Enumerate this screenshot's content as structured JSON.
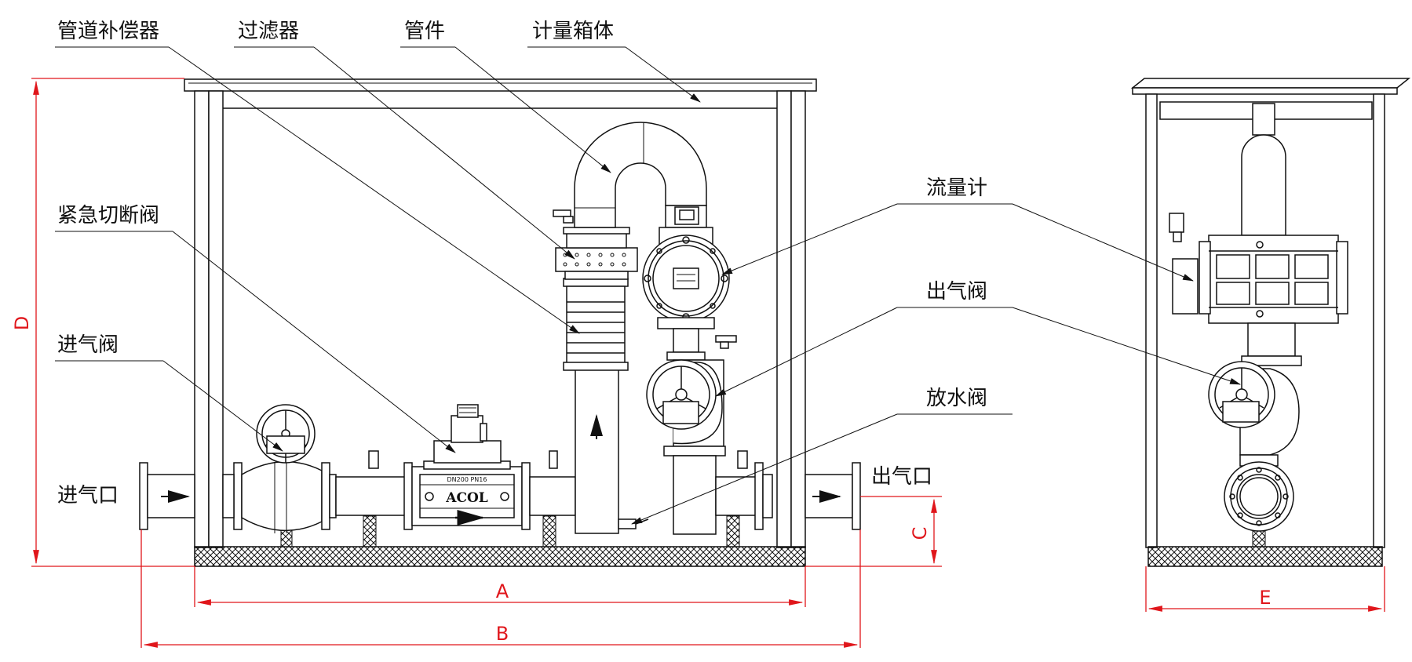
{
  "labels": {
    "compensator": "管道补偿器",
    "filter": "过滤器",
    "pipe_fitting": "管件",
    "metering_box": "计量箱体",
    "emergency_valve": "紧急切断阀",
    "flow_meter": "流量计",
    "outlet_valve": "出气阀",
    "inlet_valve": "进气阀",
    "drain_valve": "放水阀",
    "inlet": "进气口",
    "outlet": "出气口"
  },
  "dimensions": {
    "A": "A",
    "B": "B",
    "C": "C",
    "D": "D",
    "E": "E"
  },
  "nameplate": {
    "spec": "DN200 PN16",
    "brand": "ACOL"
  },
  "colors": {
    "line": "#111111",
    "dimension": "#e0161b"
  }
}
